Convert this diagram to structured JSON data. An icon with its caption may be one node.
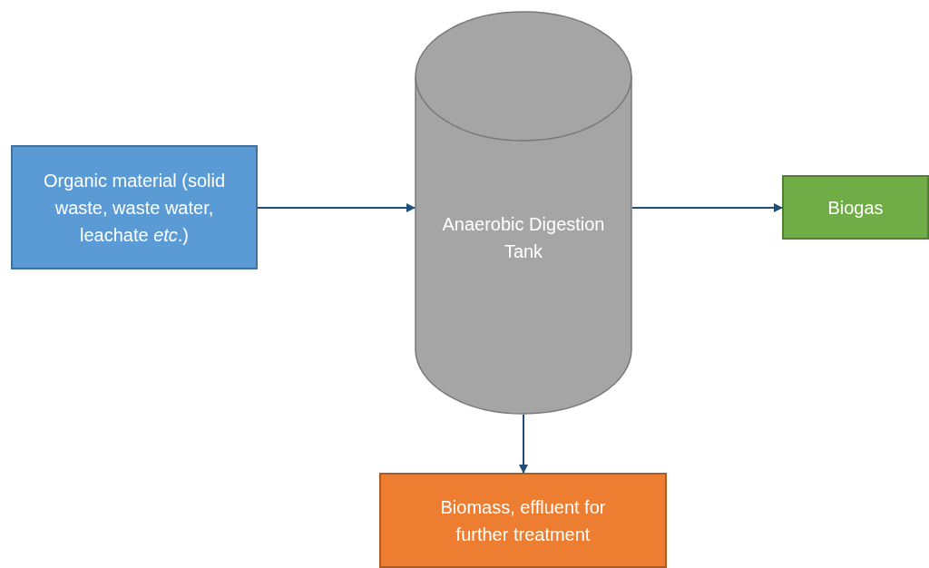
{
  "diagram": {
    "nodes": [
      {
        "text": [
          "Organic material (solid waste, waste water, leachate *etc*.)"
        ]
      },
      {
        "text": [
          "Anaerobic Digestion Tank"
        ]
      },
      {
        "text": [
          "Biogas"
        ]
      },
      {
        "text": [
          "Biomass, effluent for further treatment"
        ]
      }
    ],
    "edges": [
      {
        "from": 0,
        "to": 1,
        "arrow": "to"
      },
      {
        "from": 1,
        "to": 2,
        "arrow": "to"
      },
      {
        "from": 1,
        "to": 3,
        "arrow": "to"
      }
    ]
  }
}
